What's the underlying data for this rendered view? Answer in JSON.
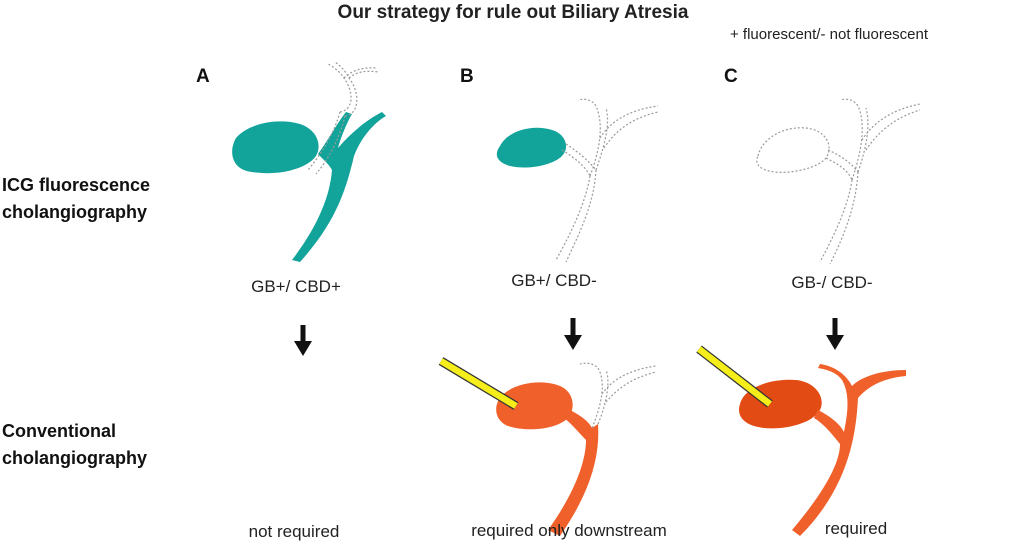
{
  "title": "Our strategy for rule out Biliary Atresia",
  "legend": "+ fluorescent/- not fluorescent",
  "rows": {
    "icg_line1": "ICG fluorescence",
    "icg_line2": "cholangiography",
    "conv_line1": "Conventional",
    "conv_line2": "cholangiography"
  },
  "panels": [
    {
      "label": "A",
      "result": "GB+/ CBD+",
      "need": "not required"
    },
    {
      "label": "B",
      "result": "GB+/ CBD-",
      "need": "required only downstream"
    },
    {
      "label": "C",
      "result": "GB-/ CBD-",
      "need": "required"
    }
  ],
  "colors": {
    "icg_fluorescent": "#12a39a",
    "contrast": "#f0602a",
    "contrast_dark": "#e24c14",
    "catheter": "#f5ee1a",
    "outline": "#9a9a9a",
    "arrow": "#111111"
  }
}
